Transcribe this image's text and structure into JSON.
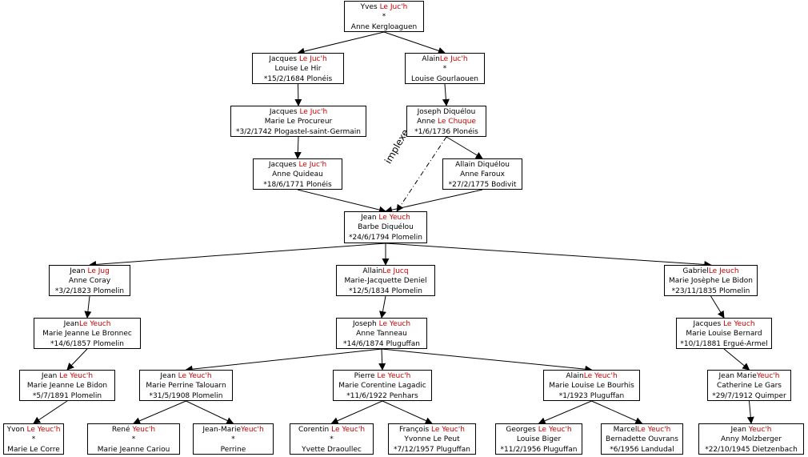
{
  "nodes": [
    {
      "id": "n1",
      "lines": [
        {
          "p": "Yves ",
          "s": "Le Juc'h"
        },
        {
          "t": "*"
        },
        {
          "t": "Anne Kergloaguen"
        }
      ]
    },
    {
      "id": "n2",
      "lines": [
        {
          "p": "Jacques ",
          "s": "Le Juc'h"
        },
        {
          "t": "Louise Le Hir"
        },
        {
          "t": "*15/2/1684 Plonéis"
        }
      ]
    },
    {
      "id": "n3",
      "lines": [
        {
          "p": "Alain",
          "s": "Le Juc'h"
        },
        {
          "t": "*"
        },
        {
          "t": "Louise Gourlaouen"
        }
      ]
    },
    {
      "id": "n4",
      "lines": [
        {
          "p": "Jacques ",
          "s": "Le Juc'h"
        },
        {
          "t": "Marie Le Procureur"
        },
        {
          "t": "*3/2/1742 Plogastel-saint-Germain"
        }
      ]
    },
    {
      "id": "n5",
      "lines": [
        {
          "t": "Joseph Diquélou"
        },
        {
          "p": "Anne ",
          "s": "Le Chuque"
        },
        {
          "t": "*1/6/1736 Plonéis"
        }
      ]
    },
    {
      "id": "n6",
      "lines": [
        {
          "p": "Jacques ",
          "s": "Le Juc'h"
        },
        {
          "t": "Anne Quideau"
        },
        {
          "t": "*18/6/1771 Plonéis"
        }
      ]
    },
    {
      "id": "n7",
      "lines": [
        {
          "t": "Allain Diquélou"
        },
        {
          "t": "Anne Faroux"
        },
        {
          "t": "*27/2/1775 Bodivit"
        }
      ]
    },
    {
      "id": "n8",
      "lines": [
        {
          "p": "Jean ",
          "s": "Le Yeuch"
        },
        {
          "t": "Barbe Diquélou"
        },
        {
          "t": "*24/6/1794 Plomelin"
        }
      ]
    },
    {
      "id": "n9",
      "lines": [
        {
          "p": "Jean ",
          "s": "Le Jug"
        },
        {
          "t": "Anne Coray"
        },
        {
          "t": "*3/2/1823 Plomelin"
        }
      ]
    },
    {
      "id": "n10",
      "lines": [
        {
          "p": "Allain",
          "s": "Le Jucq"
        },
        {
          "t": "Marie-Jacquette Deniel"
        },
        {
          "t": "*12/5/1834 Plomelin"
        }
      ]
    },
    {
      "id": "n11",
      "lines": [
        {
          "p": "Gabriel",
          "s": "Le Jeuch"
        },
        {
          "t": "Marie Josèphe Le Bidon"
        },
        {
          "t": "*23/11/1835 Plomelin"
        }
      ]
    },
    {
      "id": "n12",
      "lines": [
        {
          "p": "Jean",
          "s": "Le Yeuch"
        },
        {
          "t": "Marie Jeanne Le Bronnec"
        },
        {
          "t": "*14/6/1857 Plomelin"
        }
      ]
    },
    {
      "id": "n13",
      "lines": [
        {
          "p": "Joseph ",
          "s": "Le Yeuch"
        },
        {
          "t": "Anne Tanneau"
        },
        {
          "t": "*14/6/1874 Pluguffan"
        }
      ]
    },
    {
      "id": "n14",
      "lines": [
        {
          "p": "Jacques ",
          "s": "Le Yeuch"
        },
        {
          "t": "Marie Louise Bernard"
        },
        {
          "t": "*10/1/1881 Ergué-Armel"
        }
      ]
    },
    {
      "id": "n15",
      "lines": [
        {
          "p": "Jean ",
          "s": "Le Yeuc'h"
        },
        {
          "t": "Marie Jeanne Le Bidon"
        },
        {
          "t": "*5/7/1891 Plomelin"
        }
      ]
    },
    {
      "id": "n16",
      "lines": [
        {
          "p": "Jean ",
          "s": "Le Yeuc'h"
        },
        {
          "t": "Marie Perrine Talouarn"
        },
        {
          "t": "*31/5/1908 Plomelin"
        }
      ]
    },
    {
      "id": "n17",
      "lines": [
        {
          "p": "Pierre ",
          "s": "Le Yeuc'h"
        },
        {
          "t": "Marie Corentine Lagadic"
        },
        {
          "t": "*11/6/1922 Penhars"
        }
      ]
    },
    {
      "id": "n18",
      "lines": [
        {
          "p": "Alain",
          "s": "Le Yeuc'h"
        },
        {
          "t": "Marie Louise Le Bourhis"
        },
        {
          "t": "*1/1923 Pluguffan"
        }
      ]
    },
    {
      "id": "n19",
      "lines": [
        {
          "p": "Jean Marie",
          "s": "Yeuc'h"
        },
        {
          "t": "Catherine Le Gars"
        },
        {
          "t": "*29/7/1912 Quimper"
        }
      ]
    },
    {
      "id": "n20",
      "lines": [
        {
          "p": "Yvon ",
          "s": "Le Yeuc'h"
        },
        {
          "t": "*"
        },
        {
          "t": "Marie Le Corre"
        }
      ]
    },
    {
      "id": "n21",
      "lines": [
        {
          "p": "René ",
          "s": "Yeuc'h"
        },
        {
          "t": "*"
        },
        {
          "t": "Marie Jeanne Cariou"
        }
      ]
    },
    {
      "id": "n22",
      "lines": [
        {
          "p": "Jean-Marie",
          "s": "Yeuc'h"
        },
        {
          "t": "*"
        },
        {
          "t": "Perrine"
        }
      ]
    },
    {
      "id": "n23",
      "lines": [
        {
          "p": "Corentin ",
          "s": "Le Yeuc'h"
        },
        {
          "t": "*"
        },
        {
          "t": "Yvette Draoullec"
        }
      ]
    },
    {
      "id": "n24",
      "lines": [
        {
          "p": "François ",
          "s": "Le Yeuc'h"
        },
        {
          "t": "Yvonne Le Peut"
        },
        {
          "t": "*7/12/1957 Pluguffan"
        }
      ]
    },
    {
      "id": "n25",
      "lines": [
        {
          "p": "Georges ",
          "s": "Le Yeuc'h"
        },
        {
          "t": "Louise Biger"
        },
        {
          "t": "*11/2/1956 Pluguffan"
        }
      ]
    },
    {
      "id": "n26",
      "lines": [
        {
          "p": "Marcel",
          "s": "Le Yeuc'h"
        },
        {
          "t": "Bernadette Ouvrans"
        },
        {
          "t": "*6/1956 Landudal"
        }
      ]
    },
    {
      "id": "n27",
      "lines": [
        {
          "p": "Jean ",
          "s": "Yeuc'h"
        },
        {
          "t": "Anny Molzberger"
        },
        {
          "t": "*22/10/1945 Dietzenbach"
        }
      ]
    }
  ],
  "edges": [
    [
      "n1",
      "n2"
    ],
    [
      "n1",
      "n3"
    ],
    [
      "n2",
      "n4"
    ],
    [
      "n3",
      "n5"
    ],
    [
      "n4",
      "n6"
    ],
    [
      "n5",
      "n7"
    ],
    [
      "n6",
      "n8"
    ],
    [
      "n7",
      "n8"
    ],
    [
      "n8",
      "n9"
    ],
    [
      "n8",
      "n10"
    ],
    [
      "n8",
      "n11"
    ],
    [
      "n9",
      "n12"
    ],
    [
      "n10",
      "n13"
    ],
    [
      "n11",
      "n14"
    ],
    [
      "n12",
      "n15"
    ],
    [
      "n13",
      "n16"
    ],
    [
      "n13",
      "n17"
    ],
    [
      "n13",
      "n18"
    ],
    [
      "n14",
      "n19"
    ],
    [
      "n15",
      "n20"
    ],
    [
      "n16",
      "n21"
    ],
    [
      "n16",
      "n22"
    ],
    [
      "n17",
      "n23"
    ],
    [
      "n17",
      "n24"
    ],
    [
      "n18",
      "n25"
    ],
    [
      "n18",
      "n26"
    ],
    [
      "n19",
      "n27"
    ]
  ],
  "implexe": {
    "label": "implexe",
    "from": "n5",
    "to": "n8"
  }
}
